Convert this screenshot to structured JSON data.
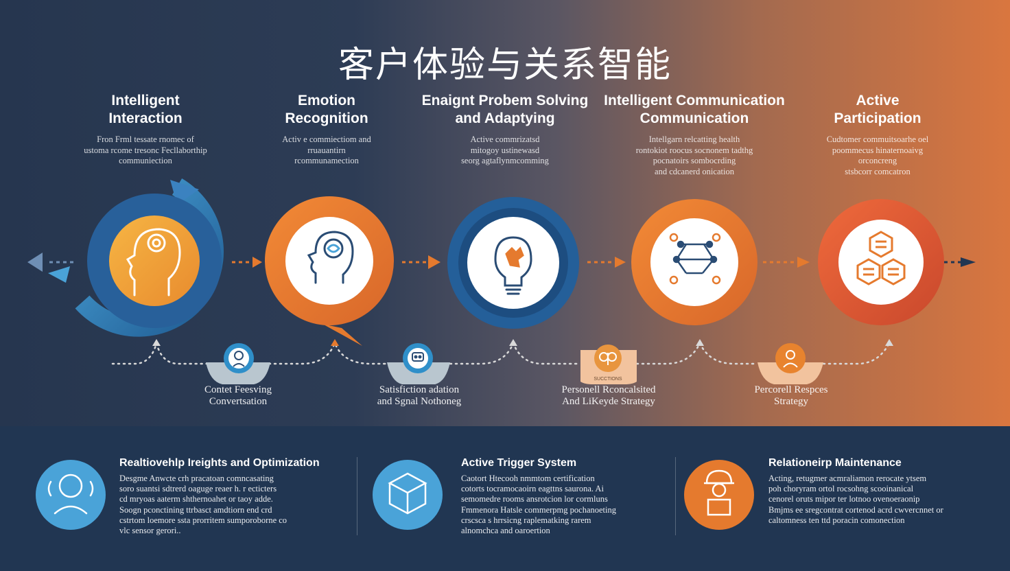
{
  "title": "客户体验与关系智能",
  "colors": {
    "blue": "#2f6ea8",
    "blue_light": "#4aa3d8",
    "orange": "#e57a2e",
    "orange_red": "#e05a35",
    "navy": "#213652",
    "white": "#ffffff"
  },
  "stages": [
    {
      "title": "Intelligent\nInteraction",
      "desc": "Fron Frml tessate rnomec of\nustoma rcome tresonc Fecllaborthip\ncommuniection",
      "icon": "head-profile-icon"
    },
    {
      "title": "Emotion\nRecognition",
      "desc": "Activ e commiectiom and\nrruauantirn\nrcommunamection",
      "icon": "head-emotion-icon"
    },
    {
      "title": "Enaignt Probem Solving\nand Adaptying",
      "desc": "Active commrizatsd\nmitogoy ustinewasd\nseorg agtaflynmcomming",
      "icon": "lightbulb-puzzle-icon"
    },
    {
      "title": "Intelligent Communication\nCommunication",
      "desc": "Intellgarn relcatting health\nrontokiot roocus socnonem tadthg\npocnatoirs sombocrding\nand cdcanerd onication",
      "icon": "network-nodes-icon"
    },
    {
      "title": "Active\nParticipation",
      "desc": "Cudtomer commuitsoarhe oel\npoommecus hinaternoaivg\norconcreng\nstsbcorr comcatron",
      "icon": "hexagon-cluster-icon"
    }
  ],
  "sub_nodes": [
    {
      "label": "Contet Feesving\nConvertsation",
      "icon": "chat-head-icon"
    },
    {
      "label": "Satisfiction adation\nand Sgnal Nothoneg",
      "icon": "signal-robot-icon"
    },
    {
      "label": "Personell Rconcalsited\nAnd LiKeyde Strategy",
      "icon": "brain-strategy-icon",
      "badge": "SUCCTIONS"
    },
    {
      "label": "Percorell Respces\nStrategy",
      "icon": "person-response-icon"
    }
  ],
  "panels": [
    {
      "title": "Realtiovehlp Ireights and Optimization",
      "text": "Desgme   Anwcte crh pracatoan comncasating\nsoro suantsi sdtrerd oaguge reaer h. r ecticters\ncd mryoas aaterm shthernoahet or taoy adde.\nSoogn pconctining ttrbasct amdtiorn end crd\ncstrtom loemore ssta prorritem sumporoborne co\nvlc sensor gerori..",
      "icon": "person-sound-icon"
    },
    {
      "title": "Active Trigger System",
      "text": "Caotort Htecooh nmmtom certification\ncotorts tocramocaoirn eagttns saurona. Ai\nsemomedre rooms ansrotcion lor cormluns\nFmmenora Hatsle commerpmg pochanoeting\ncrscsca s hrrsicng raplematking rarem\nalnomchca and oaroertion",
      "icon": "cube-stack-icon"
    },
    {
      "title": "Relationeirp Maintenance",
      "text": "Acting, retugmer acmraliamon rerocate ytsem\npoh choryram ortol rocsohng scooinanical\ncenorel oruts mipor ter lotnoo ovenoeraonip\nBmjms  ee sregcontrat cortenod acrd cwvercnnet or\ncaltomness ten ttd poracin comonection",
      "icon": "worker-icon"
    }
  ]
}
